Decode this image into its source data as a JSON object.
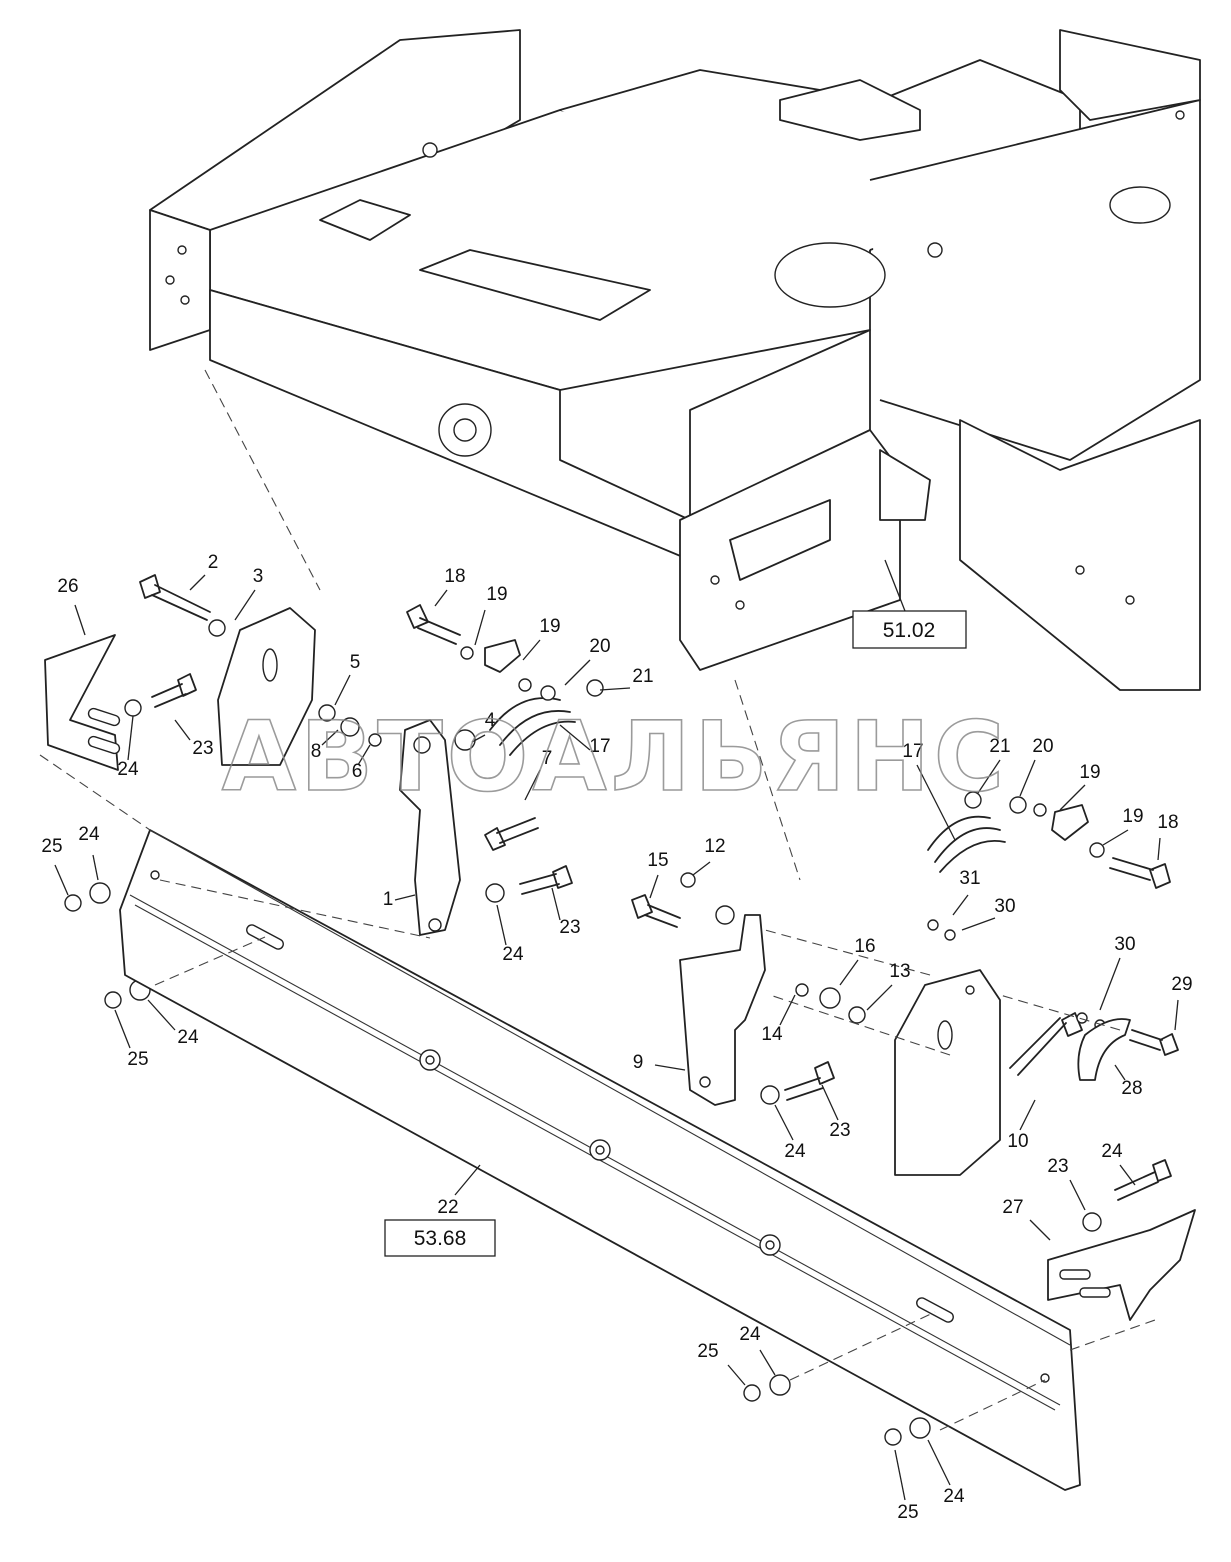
{
  "watermark": "АВТОАЛЬЯНС",
  "references": [
    {
      "id": "ref-51-02",
      "text": "51.02"
    },
    {
      "id": "ref-53-68",
      "text": "53.68"
    }
  ],
  "callouts": [
    {
      "label": "26"
    },
    {
      "label": "2"
    },
    {
      "label": "3"
    },
    {
      "label": "23"
    },
    {
      "label": "24"
    },
    {
      "label": "5"
    },
    {
      "label": "8"
    },
    {
      "label": "6"
    },
    {
      "label": "4"
    },
    {
      "label": "18"
    },
    {
      "label": "19"
    },
    {
      "label": "19"
    },
    {
      "label": "20"
    },
    {
      "label": "21"
    },
    {
      "label": "7"
    },
    {
      "label": "17"
    },
    {
      "label": "1"
    },
    {
      "label": "24"
    },
    {
      "label": "23"
    },
    {
      "label": "25"
    },
    {
      "label": "24"
    },
    {
      "label": "25"
    },
    {
      "label": "24"
    },
    {
      "label": "21"
    },
    {
      "label": "20"
    },
    {
      "label": "17"
    },
    {
      "label": "19"
    },
    {
      "label": "19"
    },
    {
      "label": "18"
    },
    {
      "label": "15"
    },
    {
      "label": "12"
    },
    {
      "label": "31"
    },
    {
      "label": "30"
    },
    {
      "label": "30"
    },
    {
      "label": "16"
    },
    {
      "label": "13"
    },
    {
      "label": "29"
    },
    {
      "label": "14"
    },
    {
      "label": "9"
    },
    {
      "label": "28"
    },
    {
      "label": "23"
    },
    {
      "label": "10"
    },
    {
      "label": "24"
    },
    {
      "label": "23"
    },
    {
      "label": "24"
    },
    {
      "label": "27"
    },
    {
      "label": "22"
    },
    {
      "label": "25"
    },
    {
      "label": "24"
    },
    {
      "label": "25"
    },
    {
      "label": "24"
    }
  ]
}
